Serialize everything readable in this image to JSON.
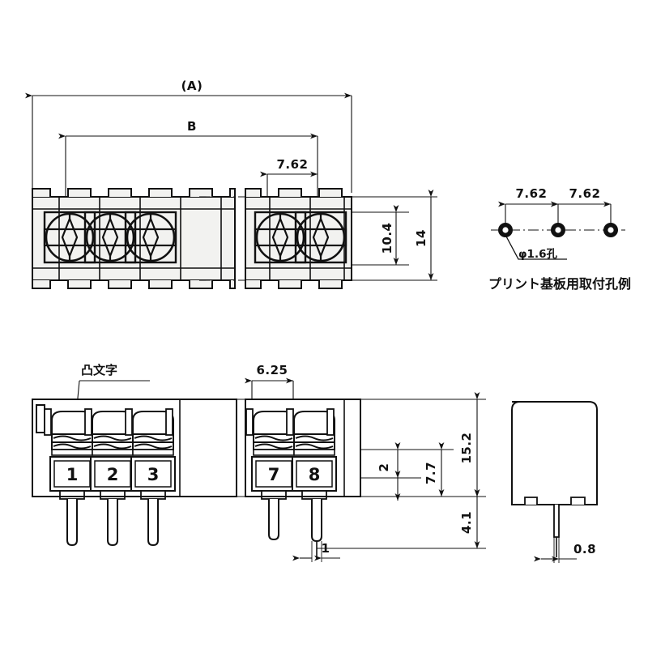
{
  "drawing": {
    "title": "Terminal block mechanical drawing",
    "line_color": "#111111",
    "fill_color": "#f2f2f0",
    "background": "#ffffff"
  },
  "top_view": {
    "overall_dim_label": "(A)",
    "inner_dim_label": "B",
    "pitch_label": "7.62",
    "height_inner_label": "10.4",
    "height_outer_label": "14",
    "terminal_count_left": 3,
    "terminal_count_right": 2
  },
  "hole_detail": {
    "pitch_left_label": "7.62",
    "pitch_right_label": "7.62",
    "hole_dia_label": "φ1.6孔",
    "caption": "プリント基板用取付孔例",
    "hole_count": 3
  },
  "front_view": {
    "emboss_note": "凸文字",
    "pitch_label": "6.25",
    "height_total_label": "15.2",
    "height_body_label": "7.7",
    "height_step_label": "2",
    "pin_width_label": "1",
    "pin_length_label": "4.1",
    "terminal_numbers_left": [
      "1",
      "2",
      "3"
    ],
    "terminal_numbers_right": [
      "7",
      "8"
    ]
  },
  "side_view": {
    "pin_thickness_label": "0.8"
  }
}
